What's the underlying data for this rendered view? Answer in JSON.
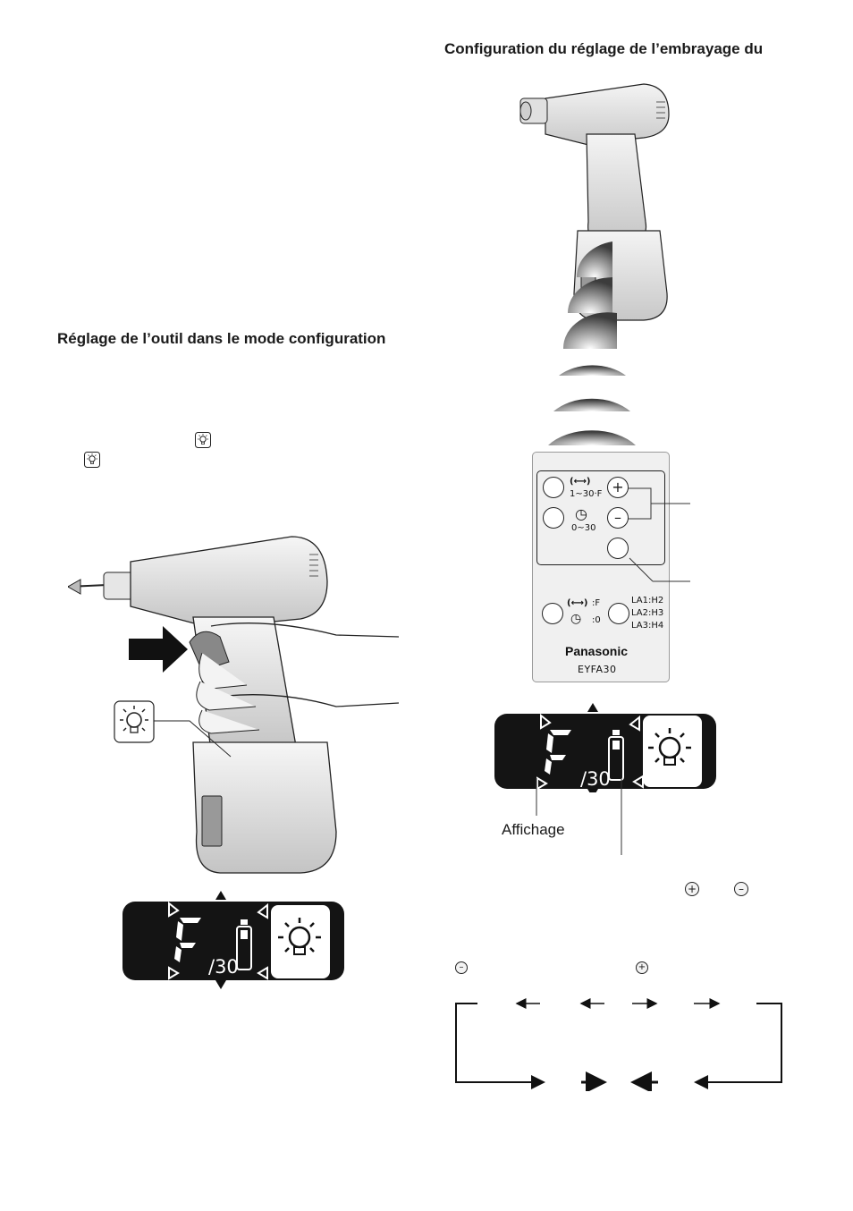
{
  "left_column": {
    "heading": "Réglage de l’outil dans le mode configuration"
  },
  "right_column": {
    "heading": "Configuration du réglage de l’embrayage du"
  },
  "remote": {
    "torque_range": "1~30·F",
    "timer_range": "0~30",
    "plus": "+",
    "minus": "–",
    "reset_torque": ":F",
    "reset_timer": ":0",
    "la1": "LA1:H2",
    "la2": "LA2:H3",
    "la3": "LA3:H4",
    "brand": "Panasonic",
    "model": "EYFA30"
  },
  "display_top": {
    "value": "/30"
  },
  "display_bottom": {
    "value": "/30"
  },
  "display_label": "Affichage",
  "icons": [
    "light-icon",
    "battery-icon",
    "plus-button-icon",
    "minus-button-icon",
    "clutch-icon",
    "timer-icon",
    "arrow-icon"
  ]
}
